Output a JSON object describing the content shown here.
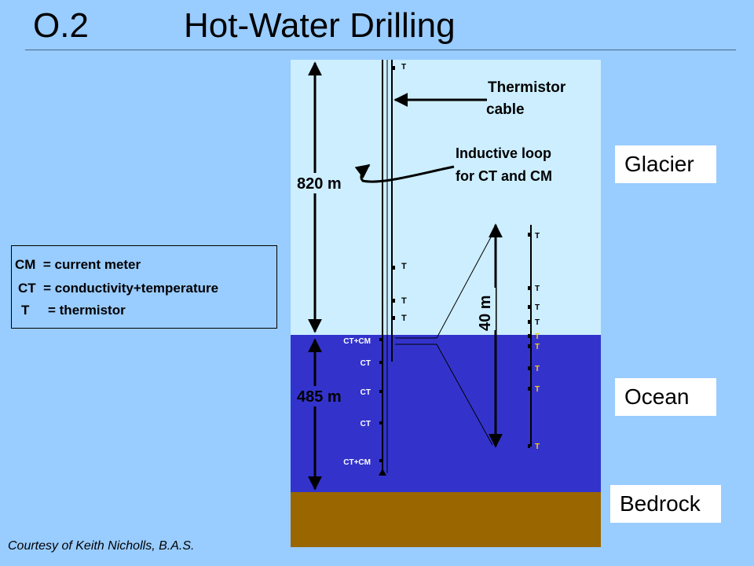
{
  "title": {
    "number": "O.2",
    "text": "Hot-Water Drilling"
  },
  "legend": {
    "lines": [
      "CM  = current meter",
      "CT  = conductivity+temperature",
      "T     = thermistor"
    ]
  },
  "regions": {
    "glacier": "Glacier",
    "ocean": "Ocean",
    "bedrock": "Bedrock"
  },
  "annotations": {
    "thermistor_cable": [
      "Thermistor",
      "cable"
    ],
    "inductive_loop": [
      "Inductive loop",
      "for CT and CM"
    ],
    "glacier_depth": "820 m",
    "ocean_depth": "485 m",
    "zoom_span": "40 m"
  },
  "sensors": {
    "cable_top": "T",
    "glacier_mid_1": "T",
    "glacier_mid_2": "T",
    "glacier_mid_3": "T",
    "mooring": [
      "CT+CM",
      "CT",
      "CT",
      "CT",
      "CT+CM"
    ],
    "zoom": [
      "T",
      "T",
      "T",
      "T",
      "T",
      "T",
      "T",
      "T",
      "T"
    ]
  },
  "credit": "Courtesy of Keith Nicholls, B.A.S.",
  "colors": {
    "background": "#99ccff",
    "glacier": "#cceeff",
    "ocean": "#3333cc",
    "bedrock": "#996600"
  }
}
